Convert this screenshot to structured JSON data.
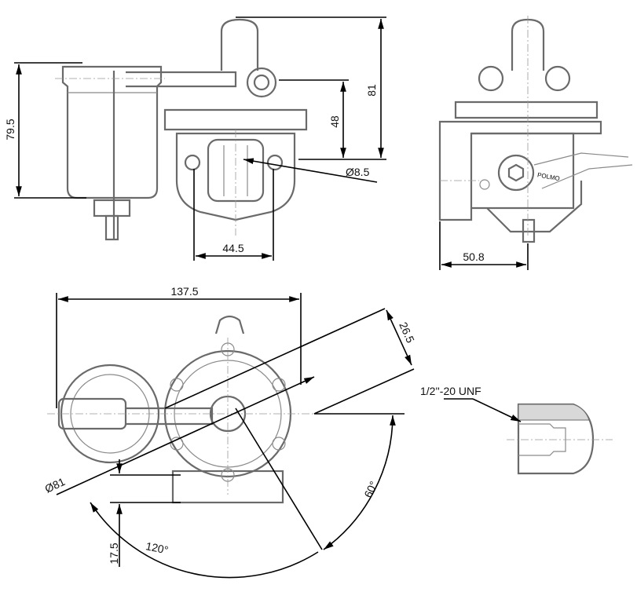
{
  "drawing": {
    "front_view": {
      "height_cup": "79.5",
      "height_total": "81",
      "height_flange": "48",
      "hole_diameter": "Ø8.5",
      "hole_spacing": "44.5"
    },
    "side_view": {
      "offset": "50.8",
      "brand_label": "POLMO"
    },
    "top_view": {
      "overall_length": "137.5",
      "offset_26": "26.5",
      "diameter": "Ø81",
      "height_offset": "17.5",
      "angle_120": "120°",
      "angle_60": "60°"
    },
    "detail": {
      "thread_label": "1/2''-20 UNF"
    }
  }
}
